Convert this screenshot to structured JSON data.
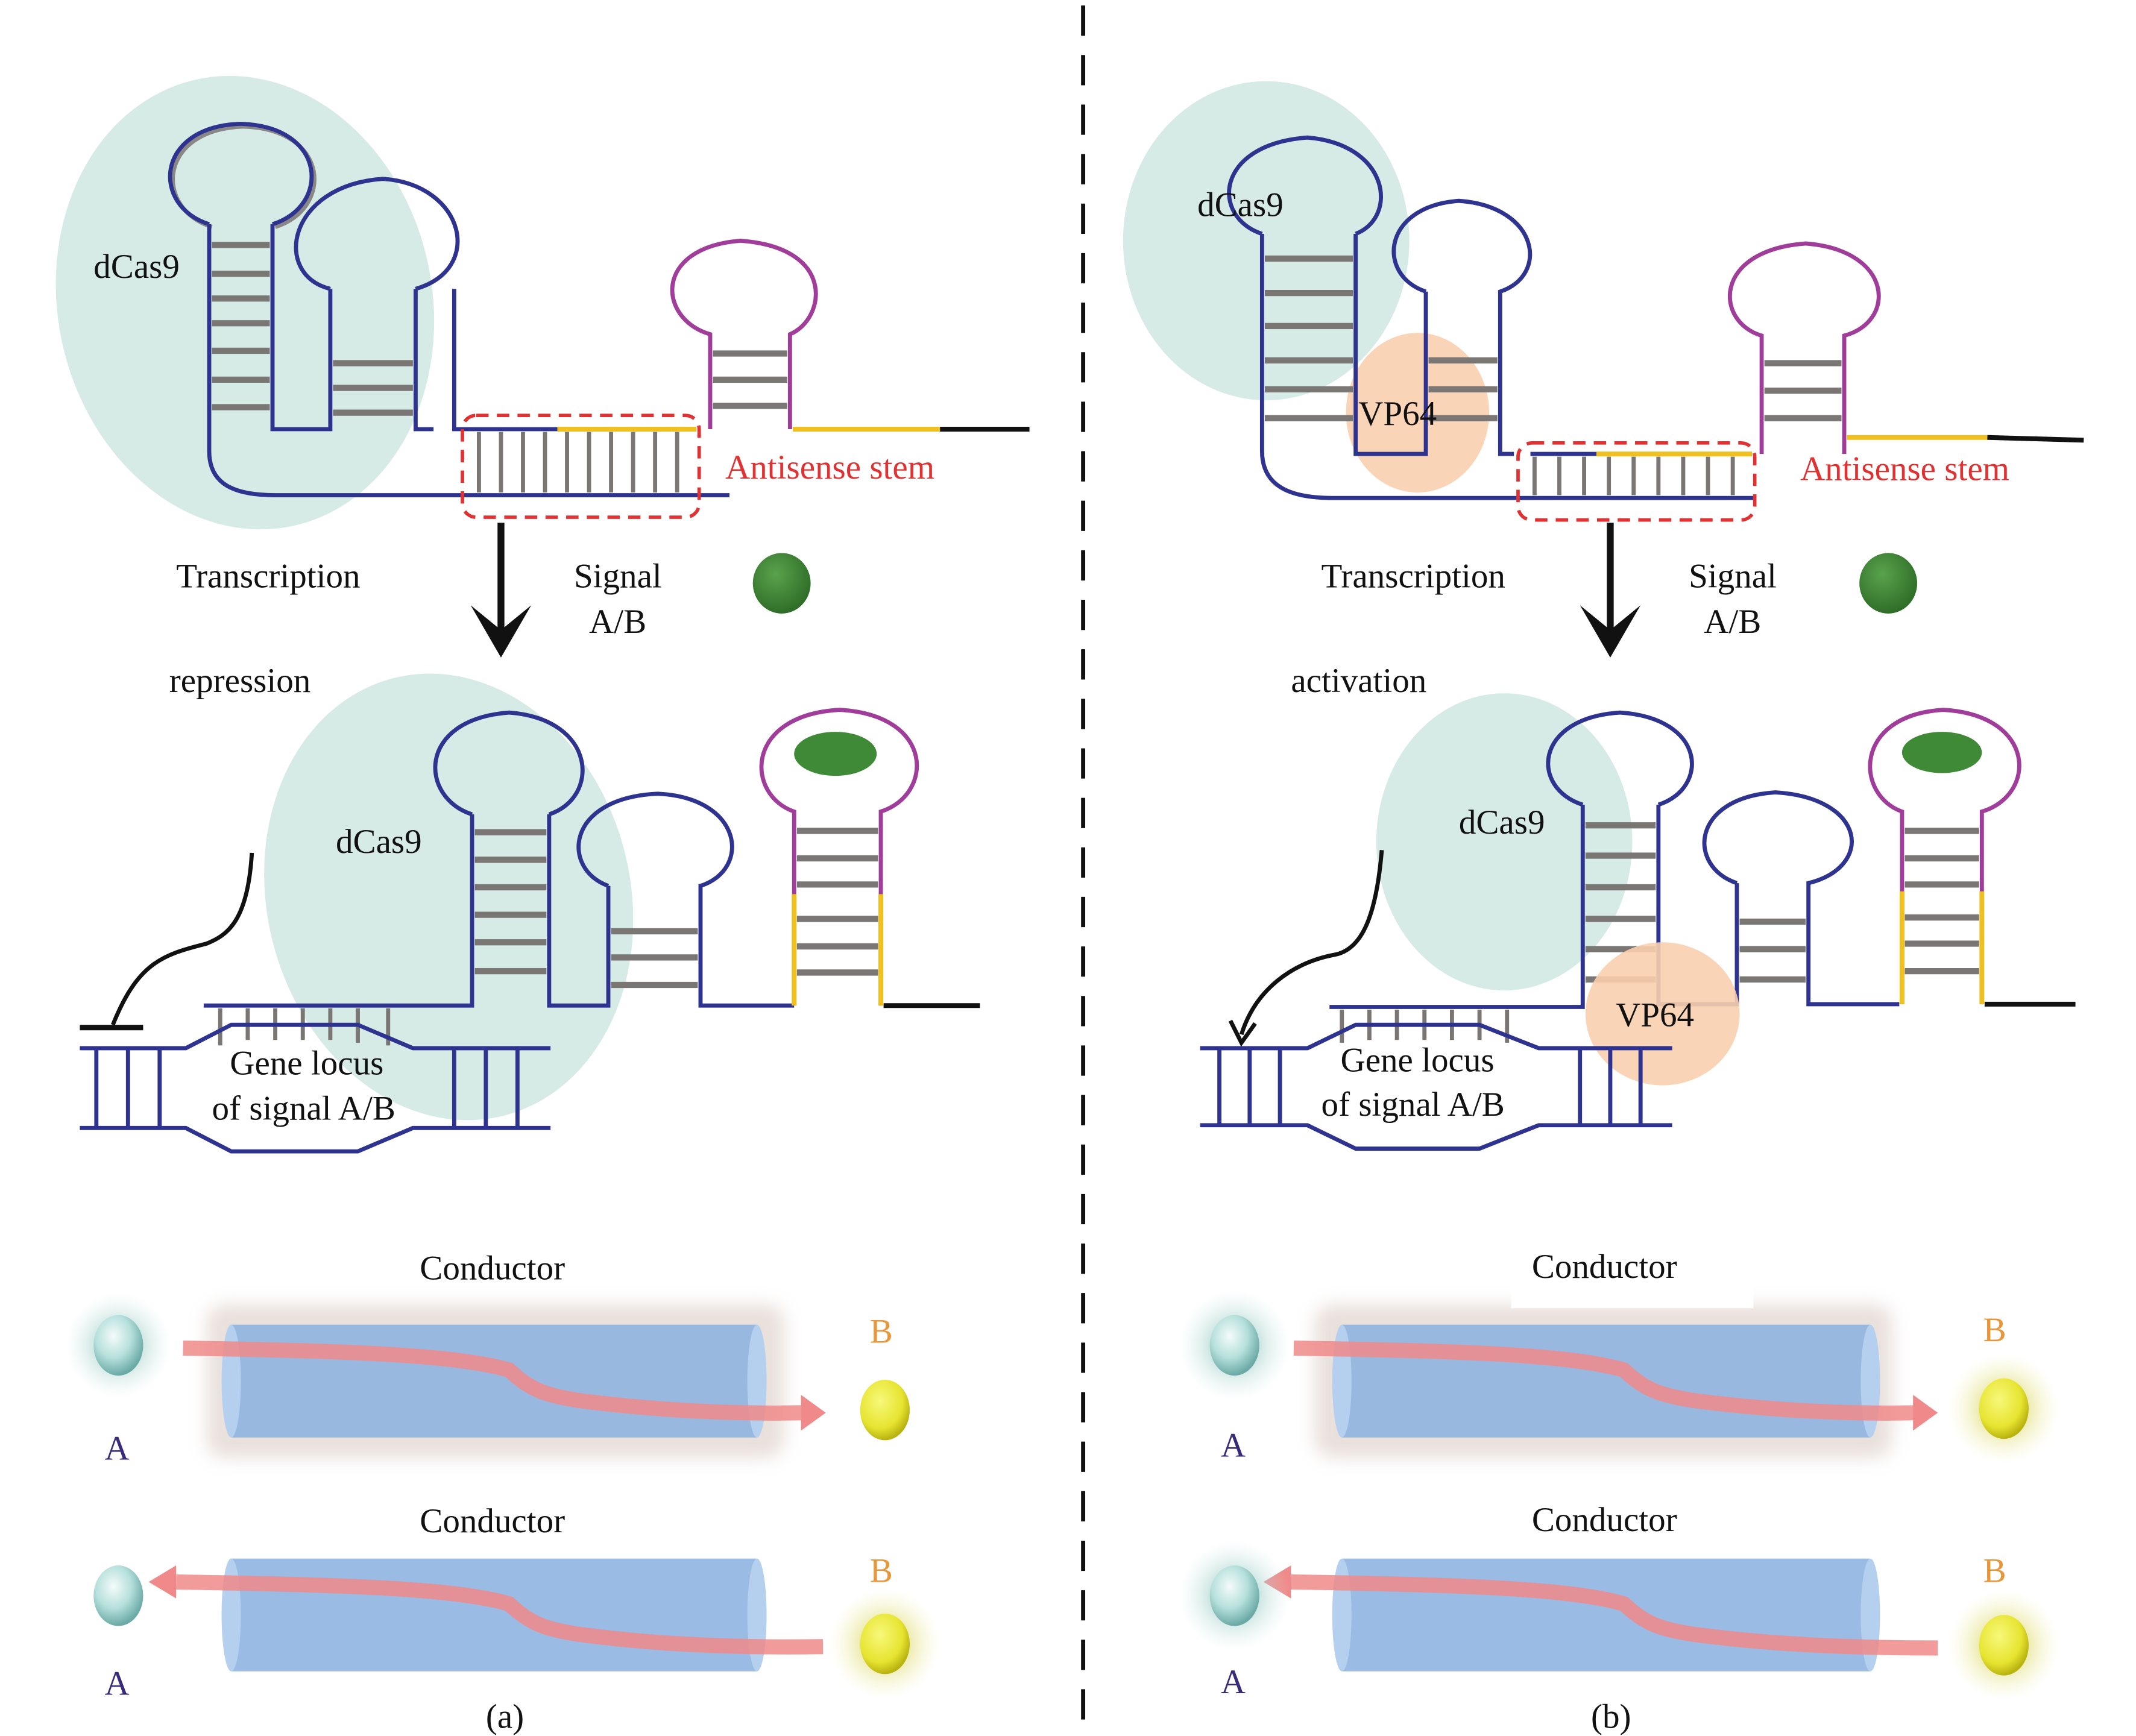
{
  "figure": {
    "panels": [
      {
        "id": "a",
        "caption": "(a)",
        "top_protein_label": "dCas9",
        "antisense_label": "Antisense stem",
        "transcription_label": "Transcription",
        "effect_label": "repression",
        "signal_label_line1": "Signal",
        "signal_label_line2": "A/B",
        "bound_protein_label": "dCas9",
        "gene_locus_line1": "Gene locus",
        "gene_locus_line2": "of signal A/B",
        "conductor_top": {
          "label": "Conductor",
          "direction": "A-to-B",
          "node_a": "A",
          "node_b": "B",
          "b_glowing": false
        },
        "conductor_bottom": {
          "label": "Conductor",
          "direction": "B-to-A",
          "node_a": "A",
          "node_b": "B",
          "b_glowing": true
        }
      },
      {
        "id": "b",
        "caption": "(b)",
        "top_protein_label": "dCas9",
        "activator_label": "VP64",
        "antisense_label": "Antisense stem",
        "transcription_label": "Transcription",
        "effect_label": "activation",
        "signal_label_line1": "Signal",
        "signal_label_line2": "A/B",
        "bound_protein_label": "dCas9",
        "bound_activator_label": "VP64",
        "gene_locus_line1": "Gene locus",
        "gene_locus_line2": "of signal A/B",
        "conductor_top": {
          "label": "Conductor",
          "direction": "A-to-B",
          "node_a": "A",
          "node_b": "B",
          "b_glowing": true
        },
        "conductor_bottom": {
          "label": "Conductor",
          "direction": "B-to-A",
          "node_a": "A",
          "node_b": "B",
          "b_glowing": true
        }
      }
    ],
    "colors": {
      "rna_backbone": "#2e3390",
      "aptamer": "#a03c9a",
      "antisense": "#f0c020",
      "base_pair": "#7a7674",
      "highlight_box": "#e03232",
      "dcas9": "#cfe6e2",
      "vp64": "#f9cfae",
      "signal_molecule": "#3f8a36",
      "conductor": "#8fb4e0",
      "current_arrow": "#f08a8a",
      "node_a": "#b6e0dc",
      "node_b": "#ecec40"
    }
  }
}
